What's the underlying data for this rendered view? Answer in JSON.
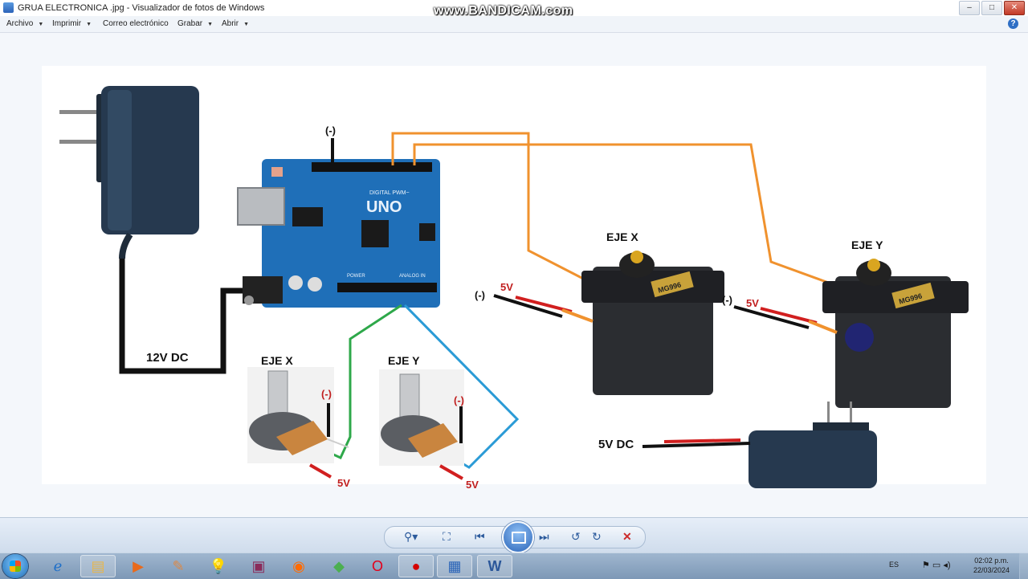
{
  "window": {
    "title": "GRUA ELECTRONICA .jpg - Visualizador de fotos de Windows",
    "watermark": "www.BANDICAM.com",
    "minimize": "–",
    "maximize": "□",
    "close": "✕"
  },
  "menu": {
    "items": [
      {
        "label": "Archivo"
      },
      {
        "label": "Imprimir"
      },
      {
        "label": "Correo electrónico"
      },
      {
        "label": "Grabar"
      },
      {
        "label": "Abrir"
      }
    ],
    "help": "?"
  },
  "diagram": {
    "board_label": "UNO",
    "board_digital": "DIGITAL PWM~",
    "board_power": "POWER",
    "board_analog": "ANALOG IN",
    "arduino_neg": "(-)",
    "adapter_12v": "12V DC",
    "pot_x_title": "EJE X",
    "pot_y_title": "EJE Y",
    "pot_x_neg": "(-)",
    "pot_y_neg": "(-)",
    "pot_x_5v": "5V",
    "pot_y_5v": "5V",
    "servo_x_title": "EJE X",
    "servo_y_title": "EJE Y",
    "servo_x_neg": "(-)",
    "servo_x_5v": "5V",
    "servo_y_neg": "(-)",
    "servo_y_5v": "5V",
    "servo_model": "MG996",
    "adapter_5v": "5V DC"
  },
  "colors": {
    "wire_black": "#111111",
    "wire_red": "#d11f1f",
    "wire_orange": "#f0922e",
    "wire_green": "#2ea84a",
    "wire_blue": "#2b9bd6",
    "arduino_blue": "#1f6fb8",
    "label_red": "#c11f1f"
  },
  "toolbar": {
    "zoom_icon": "magnifier-icon",
    "fit_icon": "actual-size-icon",
    "prev_icon": "previous-icon",
    "slideshow_icon": "slideshow-icon",
    "next_icon": "next-icon",
    "rotate_ccw_icon": "rotate-counterclockwise-icon",
    "rotate_cw_icon": "rotate-clockwise-icon",
    "delete_icon": "delete-icon"
  },
  "taskbar": {
    "apps": [
      "internet-explorer",
      "file-explorer",
      "media-player",
      "paint",
      "lightbulb",
      "winrar",
      "firefox",
      "android-app",
      "opera",
      "bandicam-record",
      "photo-viewer",
      "word"
    ],
    "language": "ES",
    "time": "02:02 p.m.",
    "date": "22/03/2024"
  }
}
